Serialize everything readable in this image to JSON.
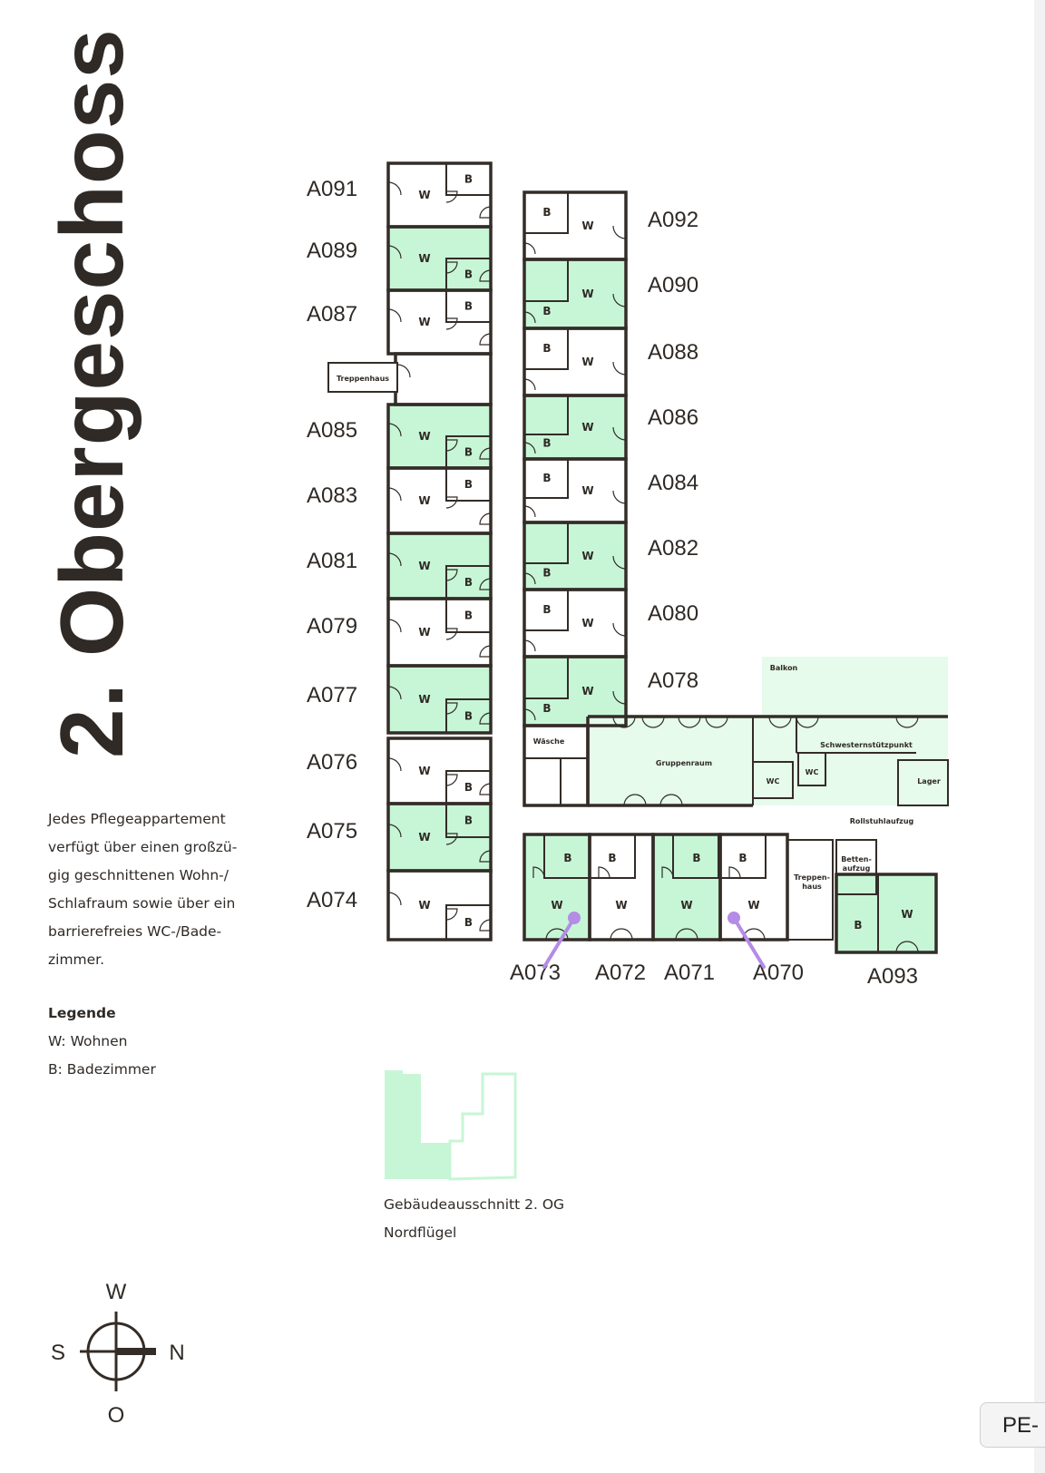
{
  "title": "2. Obergeschoss",
  "description": "Jedes Pflegeappartement verfügt über einen großzügig geschnittenen Wohn-/ Schlafraum sowie über ein barrierefreies WC-/Badezimmer.",
  "description_lines": [
    "Jedes Pflegeappartement",
    "verfügt über einen großzü-",
    "gig geschnittenen Wohn-/",
    "Schlafraum sowie über ein",
    "barrierefreies WC-/Bade-",
    "zimmer."
  ],
  "legend": {
    "title": "Legende",
    "w": "W: Wohnen",
    "b": "B: Badezimmer"
  },
  "room_letters": {
    "w": "W",
    "b": "B"
  },
  "rooms": {
    "treppenhaus": "Treppenhaus",
    "waesche": "Wäsche",
    "gruppenraum": "Gruppenraum",
    "balkon": "Balkon",
    "schwestern": "Schwesternstützpunkt",
    "wc": "WC",
    "lager": "Lager",
    "rollstuhl": "Rollstuhlaufzug",
    "betten1": "Betten-",
    "betten2": "aufzug",
    "treppen1": "Treppen-",
    "treppen2": "haus"
  },
  "units_left": [
    "A091",
    "A089",
    "A087",
    "A085",
    "A083",
    "A081",
    "A079",
    "A077",
    "A076",
    "A075",
    "A074"
  ],
  "units_right": [
    "A092",
    "A090",
    "A088",
    "A086",
    "A084",
    "A082",
    "A080",
    "A078"
  ],
  "units_bottom": [
    "A073",
    "A072",
    "A071",
    "A070",
    "A093"
  ],
  "building_section": {
    "line1": "Gebäudeausschnitt  2. OG",
    "line2": "Nordflügel"
  },
  "compass": {
    "top": "W",
    "left": "S",
    "right": "N",
    "bottom": "O"
  },
  "badge": "PE-",
  "colors": {
    "green": "#c7f6d6",
    "light_green": "#e6fbeb",
    "wall": "#332c27",
    "marker": "#b48ce6"
  }
}
